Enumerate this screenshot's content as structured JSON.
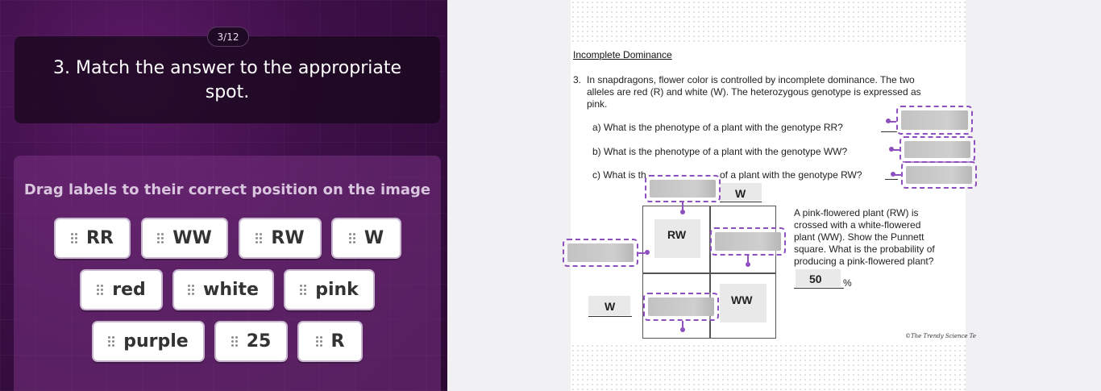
{
  "quiz": {
    "counter": "3/12",
    "question": "3. Match the answer to the appropriate spot.",
    "instruction": "Drag labels to their correct position on the image",
    "labels": [
      "RR",
      "WW",
      "RW",
      "W",
      "red",
      "white",
      "pink",
      "purple",
      "25",
      "R"
    ]
  },
  "worksheet": {
    "title": "Incomplete Dominance",
    "q_num": "3.",
    "intro_lines": [
      "In snapdragons, flower color is controlled by incomplete dominance. The two",
      "alleles are red (R) and white (W). The heterozygous genotype is expressed as",
      "pink."
    ],
    "qa": "a)  What is the phenotype of a plant with the genotype RR?",
    "qb": "b)  What is the phenotype of a plant with the genotype WW?",
    "qc_start": "c)  What is th",
    "qc_end": "of a plant with the genotype RW?",
    "punnett_top_right": "W",
    "punnett_left_bottom": "W",
    "cell_rw": "RW",
    "cell_ww": "WW",
    "cross_lines": [
      "A pink-flowered plant (RW) is",
      "crossed with a white-flowered",
      "plant (WW). Show the Punnett",
      "square. What is the probability of",
      "producing a pink-flowered plant?"
    ],
    "probability_value": "50",
    "percent_sign": "%",
    "copyright": "©The Trendy Science Te"
  },
  "colors": {
    "accent": "#8e4fbf",
    "panel_bg": "#3d0f47"
  }
}
